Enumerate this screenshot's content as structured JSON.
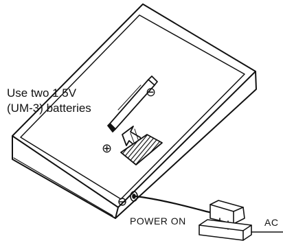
{
  "caption": {
    "line1": "Use two 1.5V",
    "line2": "(UM-3) batteries"
  },
  "labels": {
    "power_on": "POWER ON",
    "ac": "AC"
  },
  "symbols": {
    "plus": "⊕",
    "minus": "⊖"
  },
  "colors": {
    "ink": "#111111",
    "paper": "#ffffff"
  }
}
